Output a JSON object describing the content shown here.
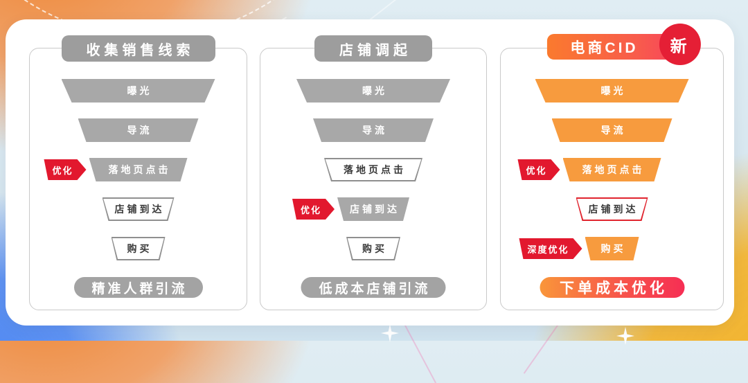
{
  "colors": {
    "funnel_gray": "#a8a8a8",
    "funnel_orange": "#f79b3e",
    "badge_red": "#e2182e",
    "new_circle_red": "#e51f35",
    "outline_red": "#e0242e",
    "header_gradient": [
      "#fa7a2e",
      "#f8455c"
    ],
    "footer_gradient": [
      "#f9963a",
      "#f62e54"
    ],
    "bg_orange": "#ee8a3c",
    "bg_blue": "#4a84f2",
    "bg_amber": "#f3b32c"
  },
  "panels": [
    {
      "title": "收集销售线索",
      "rows": [
        {
          "label": "曝光"
        },
        {
          "label": "导流"
        },
        {
          "label": "落地页点击",
          "badge": "优化"
        },
        {
          "label": "店铺到达"
        },
        {
          "label": "购买"
        }
      ],
      "footer": "精准人群引流"
    },
    {
      "title": "店铺调起",
      "rows": [
        {
          "label": "曝光"
        },
        {
          "label": "导流"
        },
        {
          "label": "落地页点击"
        },
        {
          "label": "店铺到达",
          "badge": "优化"
        },
        {
          "label": "购买"
        }
      ],
      "footer": "低成本店铺引流"
    },
    {
      "title": "电商CID",
      "new_badge": "新",
      "rows": [
        {
          "label": "曝光"
        },
        {
          "label": "导流"
        },
        {
          "label": "落地页点击",
          "badge": "优化"
        },
        {
          "label": "店铺到达"
        },
        {
          "label": "购买",
          "badge": "深度优化"
        }
      ],
      "footer": "下单成本优化"
    }
  ]
}
